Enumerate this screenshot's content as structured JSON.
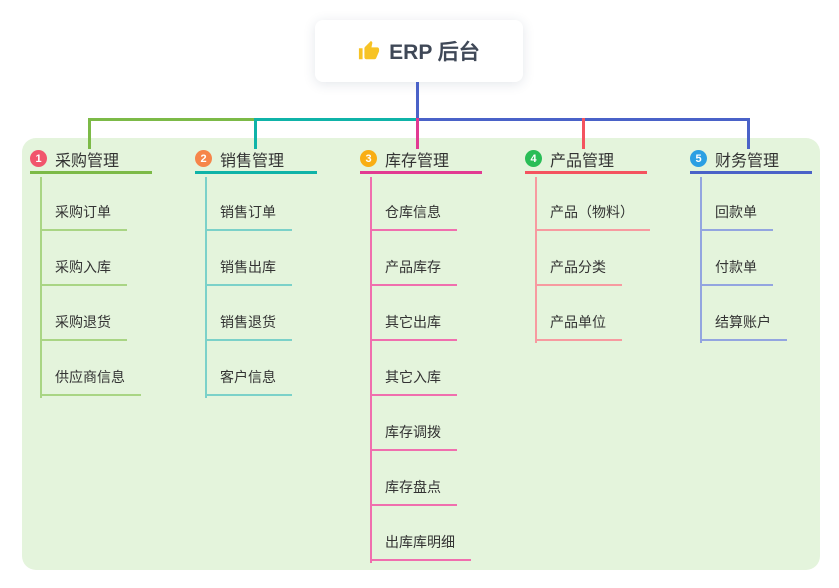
{
  "canvas": {
    "background": "#ffffff",
    "panel_background": "#e4f4dc"
  },
  "root": {
    "title": "ERP 后台",
    "icon": "thumbs-up-icon",
    "icon_color": "#f7c325",
    "text_color": "#3f4857",
    "link_color": "#4a62c8"
  },
  "branches": [
    {
      "number": "1",
      "label": "采购管理",
      "badge_color": "#f1556c",
      "line_color": "#7cba47",
      "child_line_color": "#a9d584",
      "children": [
        "采购订单",
        "采购入库",
        "采购退货",
        "供应商信息"
      ]
    },
    {
      "number": "2",
      "label": "销售管理",
      "badge_color": "#f6854a",
      "line_color": "#0fb3a8",
      "child_line_color": "#7bd1c9",
      "children": [
        "销售订单",
        "销售出库",
        "销售退货",
        "客户信息"
      ]
    },
    {
      "number": "3",
      "label": "库存管理",
      "badge_color": "#f9ae13",
      "line_color": "#e23a92",
      "child_line_color": "#f06fae",
      "children": [
        "仓库信息",
        "产品库存",
        "其它出库",
        "其它入库",
        "库存调拨",
        "库存盘点",
        "出库库明细"
      ]
    },
    {
      "number": "4",
      "label": "产品管理",
      "badge_color": "#2abd57",
      "line_color": "#f4535f",
      "child_line_color": "#f79aa0",
      "children": [
        "产品（物料）",
        "产品分类",
        "产品单位"
      ]
    },
    {
      "number": "5",
      "label": "财务管理",
      "badge_color": "#2b9fe3",
      "line_color": "#4a62c8",
      "child_line_color": "#93a5e0",
      "children": [
        "回款单",
        "付款单",
        "结算账户"
      ]
    }
  ]
}
